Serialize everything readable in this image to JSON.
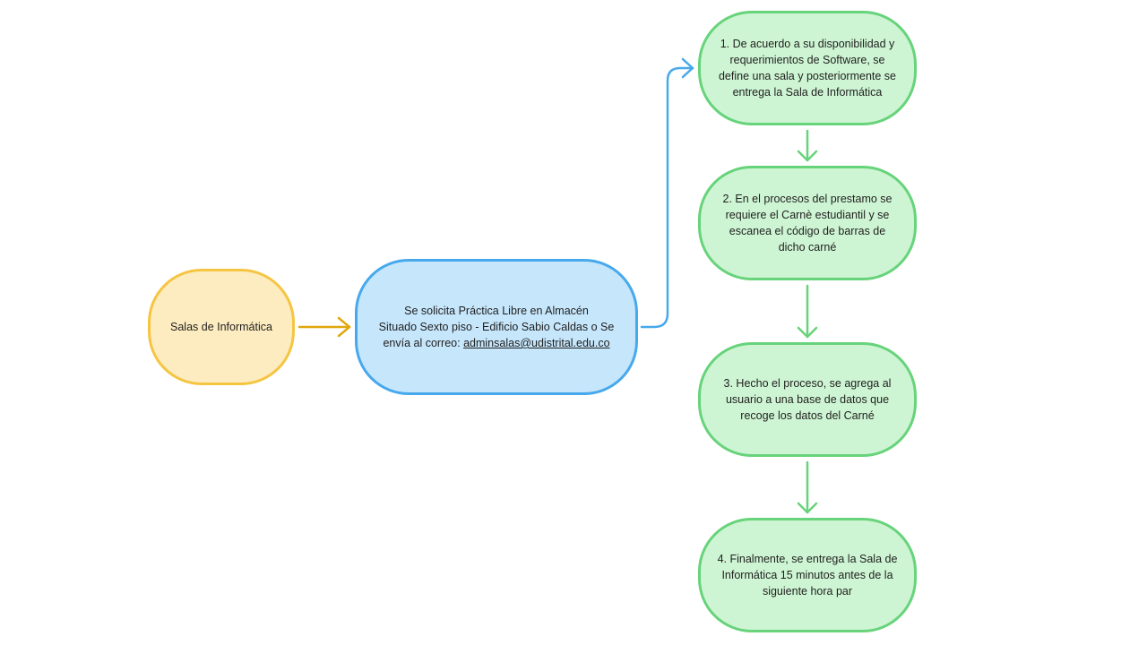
{
  "diagram": {
    "start_node": {
      "label": "Salas de Informática",
      "color": "#f5c542"
    },
    "request_node": {
      "line1": "Se solicita Práctica Libre en Almacén",
      "line2": "Situado Sexto piso - Edificio Sabio Caldas o Se",
      "line3_prefix": "envía al correo:",
      "email": "adminsalas@udistrital.edu.co",
      "color": "#47a9ec"
    },
    "steps": [
      {
        "text": "1. De acuerdo a su disponibilidad y requerimientos de Software, se define una sala y posteriormente se entrega la Sala de Informática"
      },
      {
        "text": "2. En el procesos del prestamo se requiere el Carnè estudiantil y se escanea el código de barras de dicho carné"
      },
      {
        "text": "3. Hecho el proceso, se agrega al usuario a una base de datos que recoge los datos del Carné"
      },
      {
        "text": "4. Finalmente, se entrega la Sala de Informática 15 minutos antes de la siguiente hora par"
      }
    ],
    "step_color": "#67d37b",
    "arrow_colors": {
      "start_to_request": "#e0a80c",
      "request_to_steps": "#47a9ec",
      "between_steps": "#67d37b"
    }
  }
}
